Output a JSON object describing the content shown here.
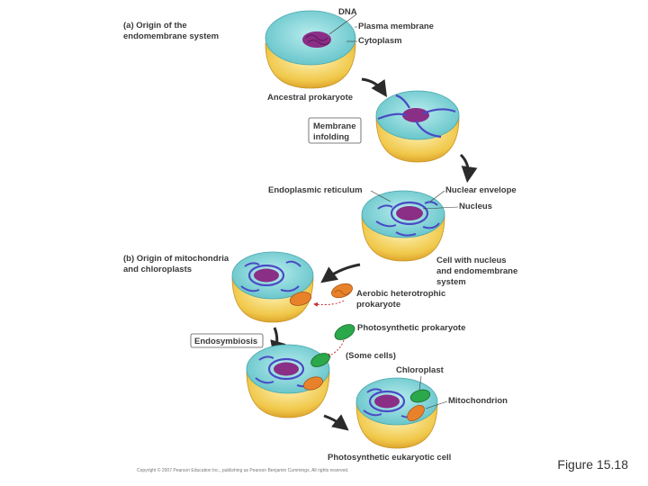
{
  "part_a": {
    "heading_line1": "(a) Origin of the",
    "heading_line2": "endomembrane system",
    "labels": {
      "dna": "DNA",
      "plasma_membrane": "Plasma membrane",
      "cytoplasm": "Cytoplasm",
      "ancestral_prokaryote": "Ancestral prokaryote",
      "membrane_infolding_line1": "Membrane",
      "membrane_infolding_line2": "infolding",
      "endoplasmic_reticulum": "Endoplasmic reticulum",
      "nuclear_envelope": "Nuclear envelope",
      "nucleus": "Nucleus",
      "cell_nucleus_line1": "Cell with nucleus",
      "cell_nucleus_line2": "and endomembrane",
      "cell_nucleus_line3": "system"
    }
  },
  "part_b": {
    "heading_line1": "(b) Origin of mitochondria",
    "heading_line2": "and chloroplasts",
    "labels": {
      "aerobic_line1": "Aerobic heterotrophic",
      "aerobic_line2": "prokaryote",
      "photosynthetic_prokaryote": "Photosynthetic prokaryote",
      "endosymbiosis": "Endosymbiosis",
      "some_cells": "(Some cells)",
      "chloroplast": "Chloroplast",
      "mitochondrion": "Mitochondrion",
      "photosynthetic_eukaryotic_cell": "Photosynthetic eukaryotic cell"
    }
  },
  "copyright": "Copyright © 2007 Pearson Education Inc., publishing as Pearson Benjamin Cummings. All rights reserved.",
  "figure_caption": "Figure 15.18",
  "colors": {
    "cytoplasm": "#7fd3d6",
    "cell_body": "#f0c84a",
    "nucleus": "#8a2e86",
    "membrane": "#4a4ac4",
    "mitochondrion": "#e8822a",
    "chloroplast": "#2aa84a",
    "arrow": "#2b2b2b",
    "red_arrow": "#c43030"
  }
}
